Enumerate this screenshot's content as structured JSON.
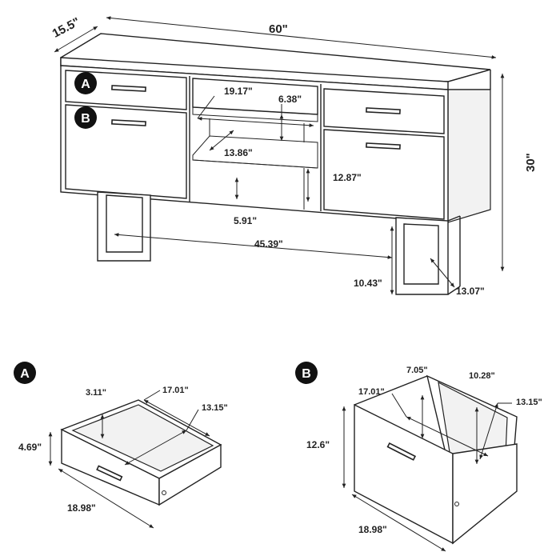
{
  "main_view": {
    "depth": "15.5\"",
    "width": "60\"",
    "height": "30\"",
    "shelf_width": "19.17\"",
    "shelf_opening": "6.38\"",
    "shelf_depth": "13.86\"",
    "lower_opening": "12.87\"",
    "bottom_clearance": "5.91\"",
    "leg_span": "45.39\"",
    "leg_height": "10.43\"",
    "leg_depth": "13.07\"",
    "badge_a": "A",
    "badge_b": "B"
  },
  "drawer_a": {
    "label": "A",
    "height": "4.69\"",
    "width": "18.98\"",
    "inner_height": "3.11\"",
    "inner_width": "17.01\"",
    "inner_depth": "13.15\""
  },
  "drawer_b": {
    "label": "B",
    "height": "12.6\"",
    "width": "18.98\"",
    "inner_height": "7.05\"",
    "inner_width": "17.01\"",
    "inner_mid": "10.28\"",
    "inner_depth": "13.15\""
  }
}
